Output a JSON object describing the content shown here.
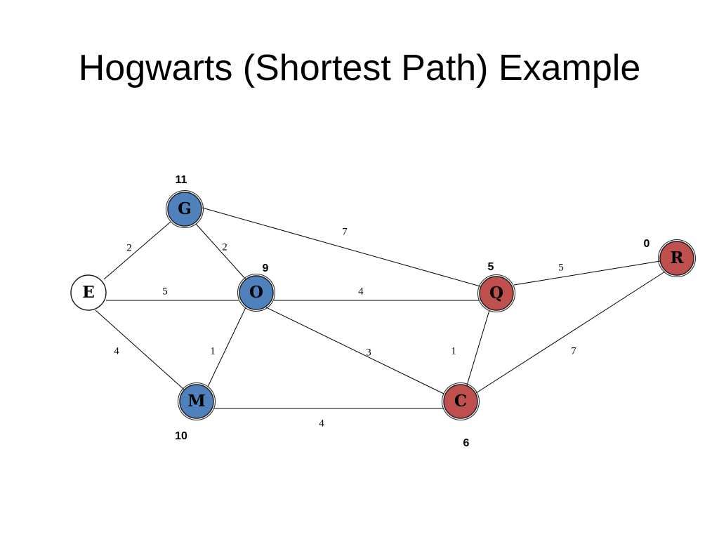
{
  "slide": {
    "title": "Hogwarts (Shortest Path) Example"
  },
  "colors": {
    "visited": "#4f81bd",
    "settled": "#c0504d",
    "unvisited": "#ffffff"
  },
  "graph": {
    "nodes": [
      {
        "id": "G",
        "label": "G",
        "distance": "11",
        "state": "visited"
      },
      {
        "id": "E",
        "label": "E",
        "distance": "",
        "state": "unvisited"
      },
      {
        "id": "O",
        "label": "O",
        "distance": "9",
        "state": "visited"
      },
      {
        "id": "M",
        "label": "M",
        "distance": "10",
        "state": "visited"
      },
      {
        "id": "Q",
        "label": "Q",
        "distance": "5",
        "state": "settled"
      },
      {
        "id": "C",
        "label": "C",
        "distance": "6",
        "state": "settled"
      },
      {
        "id": "R",
        "label": "R",
        "distance": "0",
        "state": "settled"
      }
    ],
    "edges": [
      {
        "from": "E",
        "to": "G",
        "weight": "2"
      },
      {
        "from": "G",
        "to": "O",
        "weight": "2"
      },
      {
        "from": "G",
        "to": "Q",
        "weight": "7"
      },
      {
        "from": "E",
        "to": "O",
        "weight": "5"
      },
      {
        "from": "O",
        "to": "Q",
        "weight": "4"
      },
      {
        "from": "Q",
        "to": "R",
        "weight": "5"
      },
      {
        "from": "E",
        "to": "M",
        "weight": "4"
      },
      {
        "from": "O",
        "to": "M",
        "weight": "1"
      },
      {
        "from": "O",
        "to": "C",
        "weight": "3"
      },
      {
        "from": "Q",
        "to": "C",
        "weight": "1"
      },
      {
        "from": "C",
        "to": "R",
        "weight": "7"
      },
      {
        "from": "M",
        "to": "C",
        "weight": "4"
      }
    ]
  }
}
